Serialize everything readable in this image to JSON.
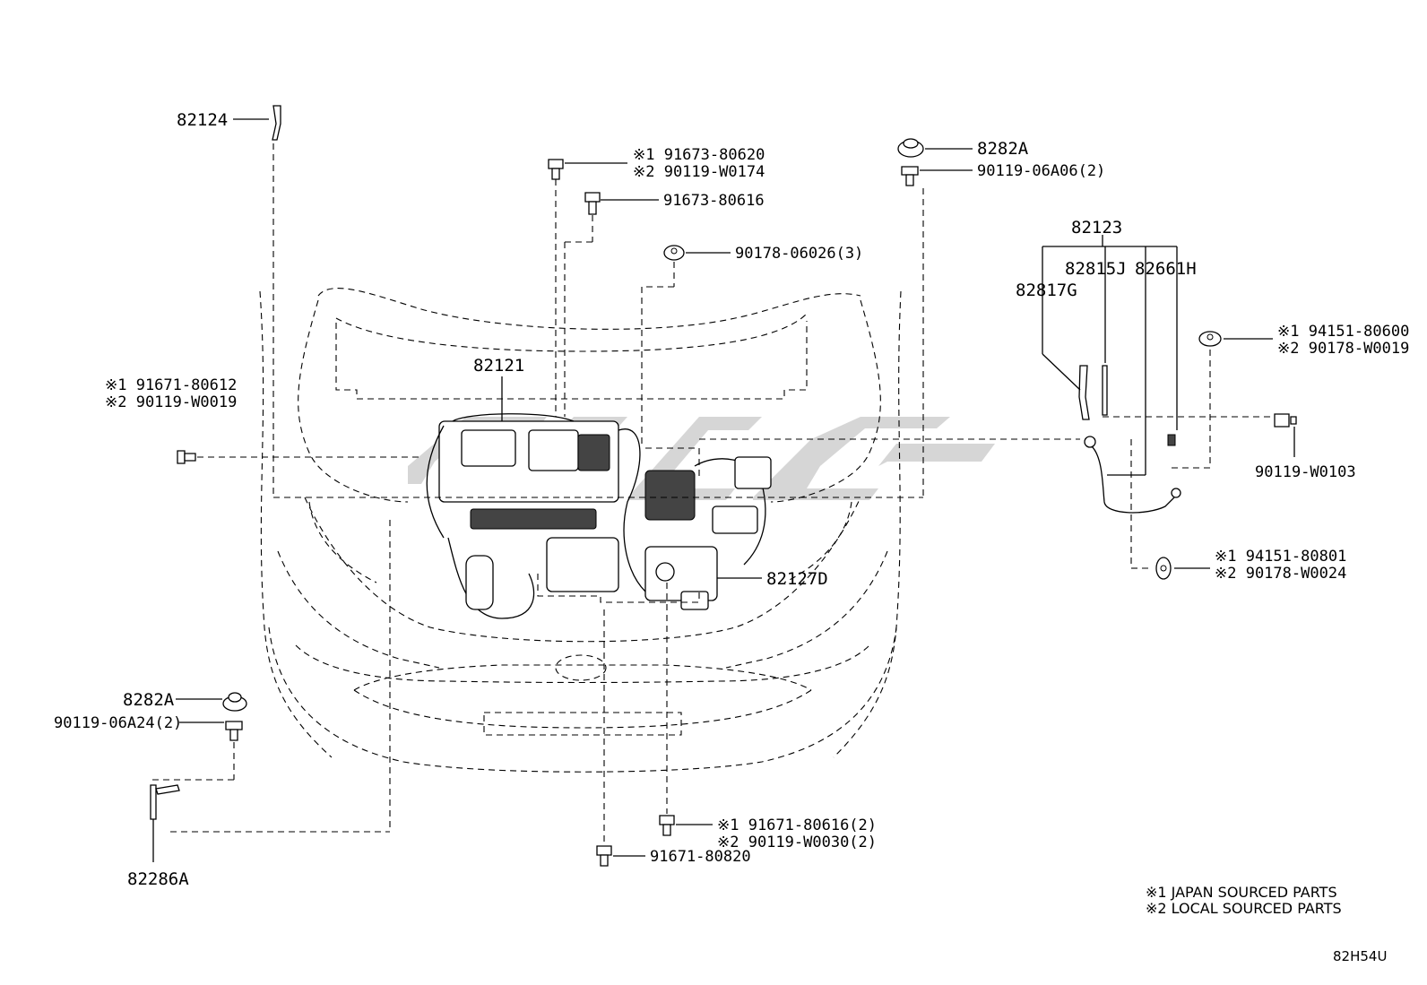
{
  "diagram_code": "82H54U",
  "notes": [
    "※1 JAPAN SOURCED PARTS",
    "※2 LOCAL SOURCED PARTS"
  ],
  "parts": {
    "p82124": "82124",
    "p82121": "82121",
    "p82127D": "82127D",
    "p82123": "82123",
    "p82815J": "82815J",
    "p82661H": "82661H",
    "p82817G": "82817G",
    "p8282A_top": "8282A",
    "p8282A_left": "8282A",
    "p82286A": "82286A",
    "b91673_80620": "※1 91673-80620",
    "b90119_W0174": "※2 90119-W0174",
    "b91673_80616": "91673-80616",
    "b90178_06026": "90178-06026(3)",
    "b90119_06A06": "90119-06A06(2)",
    "b91671_80612": "※1 91671-80612",
    "b90119_W0019": "※2 90119-W0019",
    "b94151_80600": "※1 94151-80600",
    "b90178_W0019": "※2 90178-W0019",
    "b90119_W0103": "90119-W0103",
    "b94151_80801": "※1 94151-80801",
    "b90178_W0024": "※2 90178-W0024",
    "b90119_06A24": "90119-06A24(2)",
    "b91671_80616": "※1 91671-80616(2)",
    "b90119_W0030": "※2 90119-W0030(2)",
    "b91671_80820": "91671-80820"
  }
}
